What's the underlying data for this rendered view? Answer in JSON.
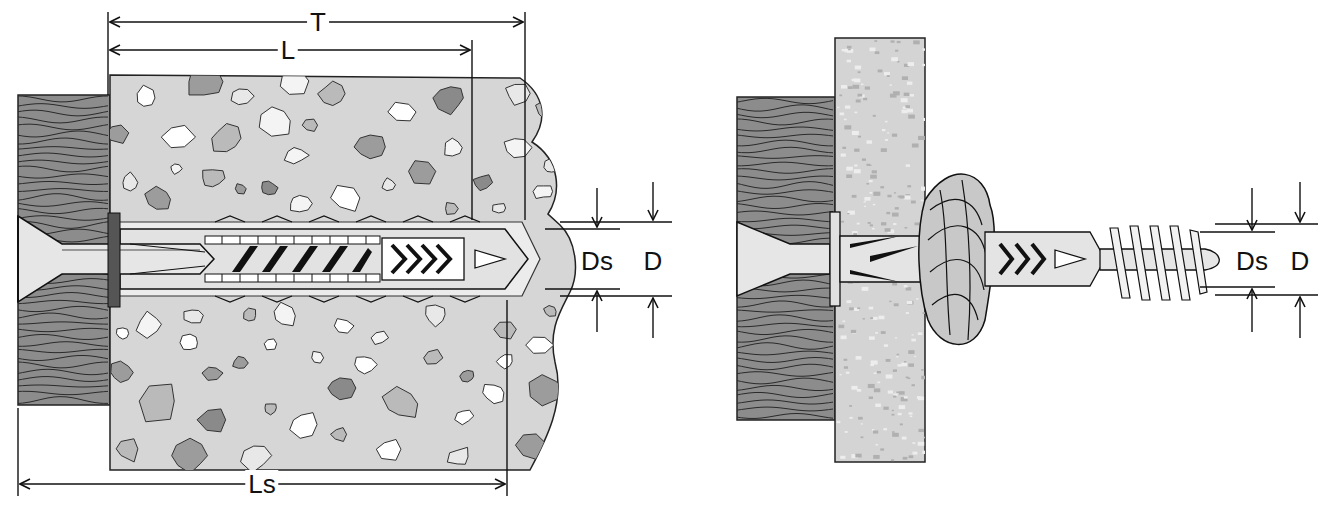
{
  "diagram": {
    "labels": [
      "T",
      "L",
      "Ls",
      "Ds",
      "D",
      "Ds",
      "D"
    ]
  }
}
